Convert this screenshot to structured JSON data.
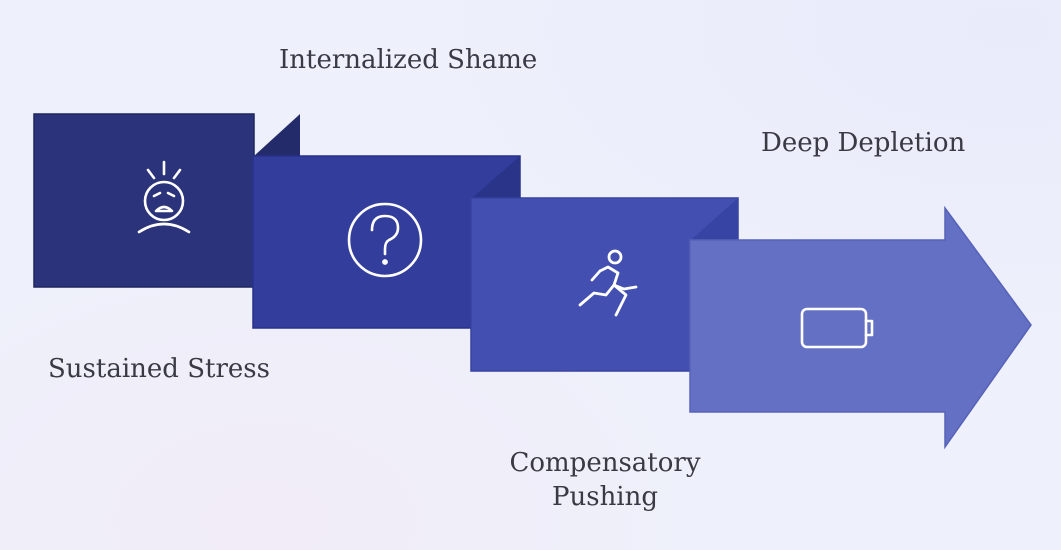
{
  "colors": {
    "step1": "#2b347a",
    "step2": "#323d9c",
    "step3": "#4350b2",
    "step4": "#6370c3",
    "bevel1": "#232b6a",
    "bevel2": "#2a3488",
    "bevel3": "#3844a4",
    "icon": "#ffffff"
  },
  "steps": [
    {
      "label": "Sustained Stress",
      "icon": "stressed-face-icon"
    },
    {
      "label": "Internalized Shame",
      "icon": "question-circle-icon"
    },
    {
      "label": "Compensatory Pushing",
      "icon": "running-person-icon"
    },
    {
      "label": "Deep Depletion",
      "icon": "empty-battery-icon"
    }
  ]
}
